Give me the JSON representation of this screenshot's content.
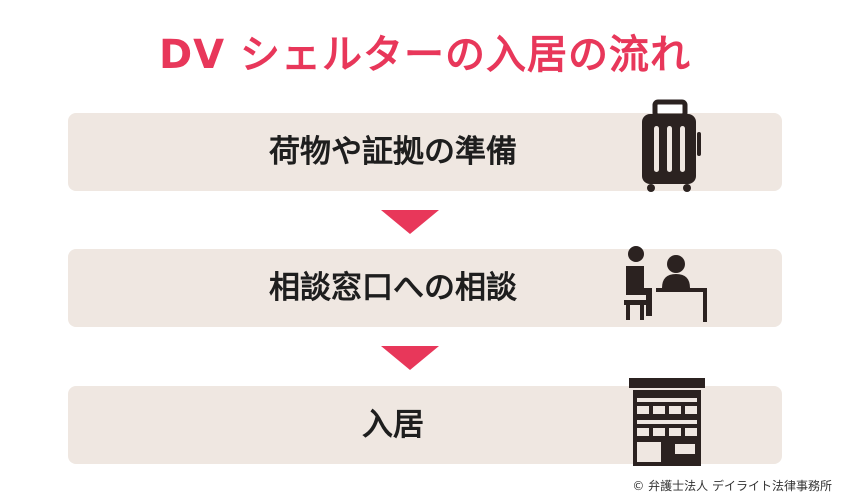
{
  "title": "DV シェルターの入居の流れ",
  "steps": [
    {
      "label": "荷物や証拠の準備",
      "icon": "suitcase-icon"
    },
    {
      "label": "相談窓口への相談",
      "icon": "consultation-icon"
    },
    {
      "label": "入居",
      "icon": "apartment-building-icon"
    }
  ],
  "credit": "© 弁護士法人 デイライト法律事務所",
  "colors": {
    "accent": "#e8375a",
    "step_bg": "#efe7e1",
    "icon": "#2b2220"
  }
}
